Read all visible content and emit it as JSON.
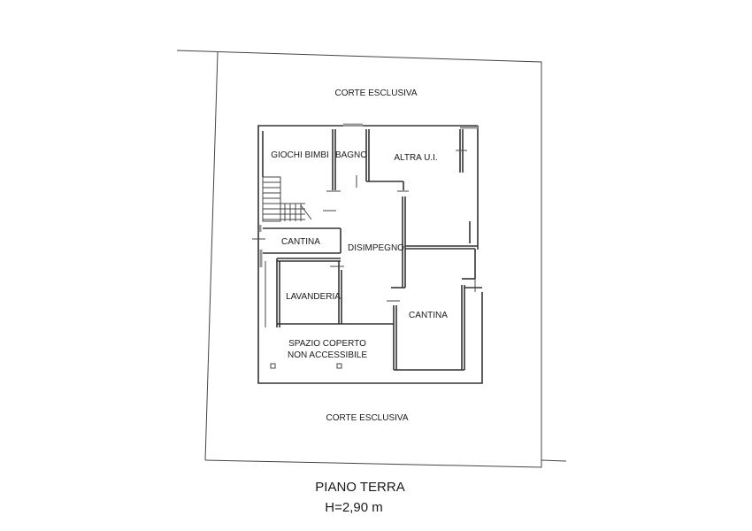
{
  "labels": {
    "corte_top": "CORTE ESCLUSIVA",
    "corte_bottom": "CORTE ESCLUSIVA",
    "giochi_bimbi": "GIOCHI BIMBI",
    "bagno": "BAGNO",
    "altra_ui": "ALTRA U.I.",
    "cantina_left": "CANTINA",
    "disimpegno": "DISIMPEGNO",
    "lavanderia": "LAVANDERIA",
    "cantina_right": "CANTINA",
    "spazio_line1": "SPAZIO COPERTO",
    "spazio_line2": "NON ACCESSIBILE"
  },
  "title": {
    "floor": "PIANO TERRA",
    "height": "H=2,90 m"
  },
  "colors": {
    "ink": "#1a1a1a",
    "wall": "#333333",
    "hatch": "#9a9a9a"
  }
}
